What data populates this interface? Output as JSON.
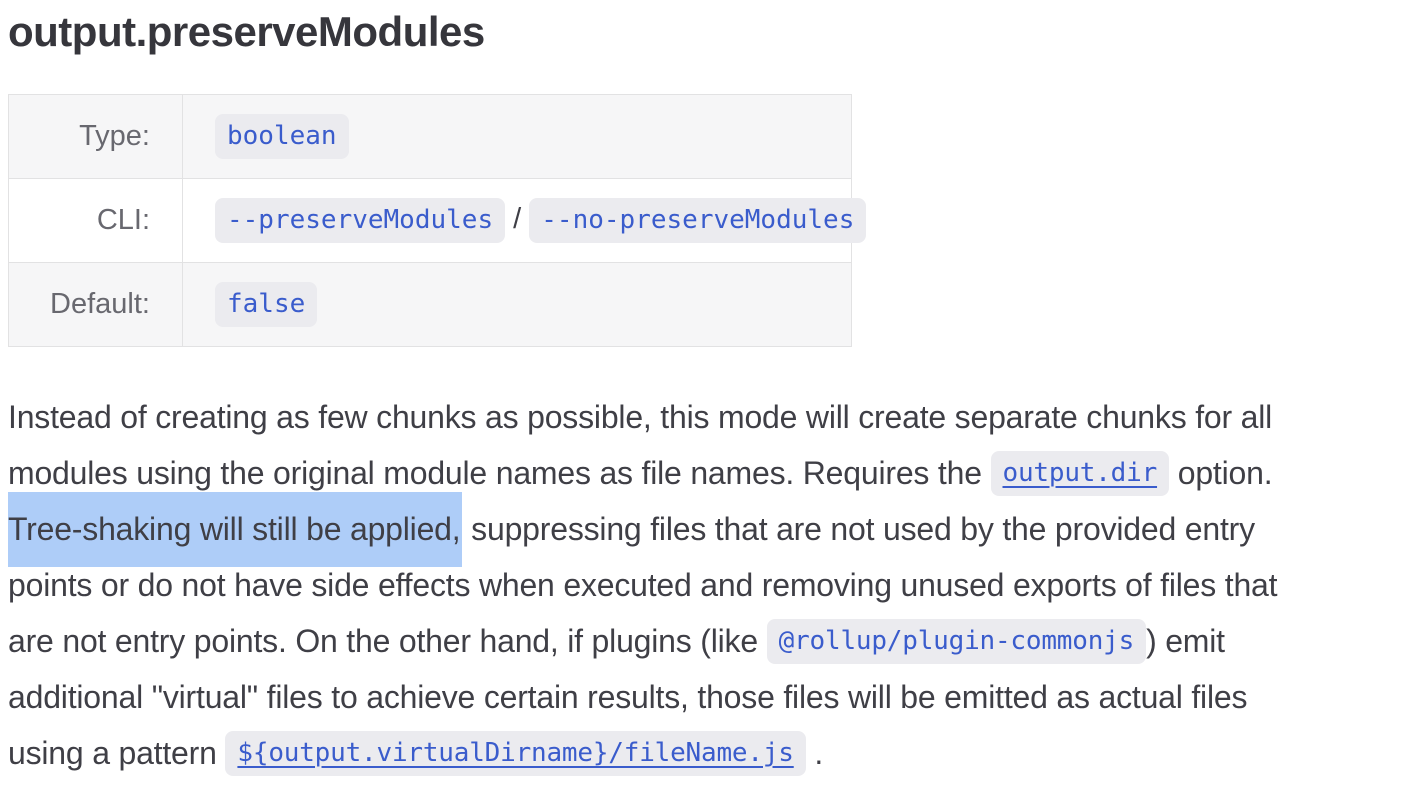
{
  "colors": {
    "accent_code": "#3a5ccc",
    "badge_background": "#ebebef",
    "selection_highlight": "#aecdf8",
    "table_border": "#e2e2e3",
    "table_row_soft": "#f6f6f7"
  },
  "heading": {
    "text": "output.preserveModules"
  },
  "options_table": {
    "rows": [
      {
        "label": "Type:",
        "soft": true,
        "value_segments": [
          {
            "type": "code",
            "text": "boolean"
          }
        ]
      },
      {
        "label": "CLI:",
        "soft": false,
        "value_segments": [
          {
            "type": "code",
            "text": "--preserveModules"
          },
          {
            "type": "plain",
            "text": " / "
          },
          {
            "type": "code",
            "text": "--no-preserveModules"
          }
        ]
      },
      {
        "label": "Default:",
        "soft": true,
        "value_segments": [
          {
            "type": "code",
            "text": "false"
          }
        ]
      }
    ]
  },
  "paragraph": {
    "lines": [
      [
        {
          "type": "plain",
          "text": "Instead of creating as few chunks as possible, this mode will create separate chunks for all"
        }
      ],
      [
        {
          "type": "plain",
          "text": "modules using the original module names as file names. Requires the "
        },
        {
          "type": "code-link",
          "text": "output.dir"
        },
        {
          "type": "plain",
          "text": " option."
        }
      ],
      [
        {
          "type": "highlight",
          "text": "Tree-shaking will still be applied,"
        },
        {
          "type": "plain",
          "text": " suppressing files that are not used by the provided entry"
        }
      ],
      [
        {
          "type": "plain",
          "text": "points or do not have side effects when executed and removing unused exports of files that"
        }
      ],
      [
        {
          "type": "plain",
          "text": "are not entry points. On the other hand, if plugins (like "
        },
        {
          "type": "code",
          "text": "@rollup/plugin-commonjs"
        },
        {
          "type": "plain",
          "text": ") emit"
        }
      ],
      [
        {
          "type": "plain",
          "text": "additional \"virtual\" files to achieve certain results, those files will be emitted as actual files"
        }
      ],
      [
        {
          "type": "plain",
          "text": "using a pattern "
        },
        {
          "type": "code-link",
          "text": "${output.virtualDirname}/fileName.js"
        },
        {
          "type": "plain",
          "text": " ."
        }
      ]
    ]
  }
}
